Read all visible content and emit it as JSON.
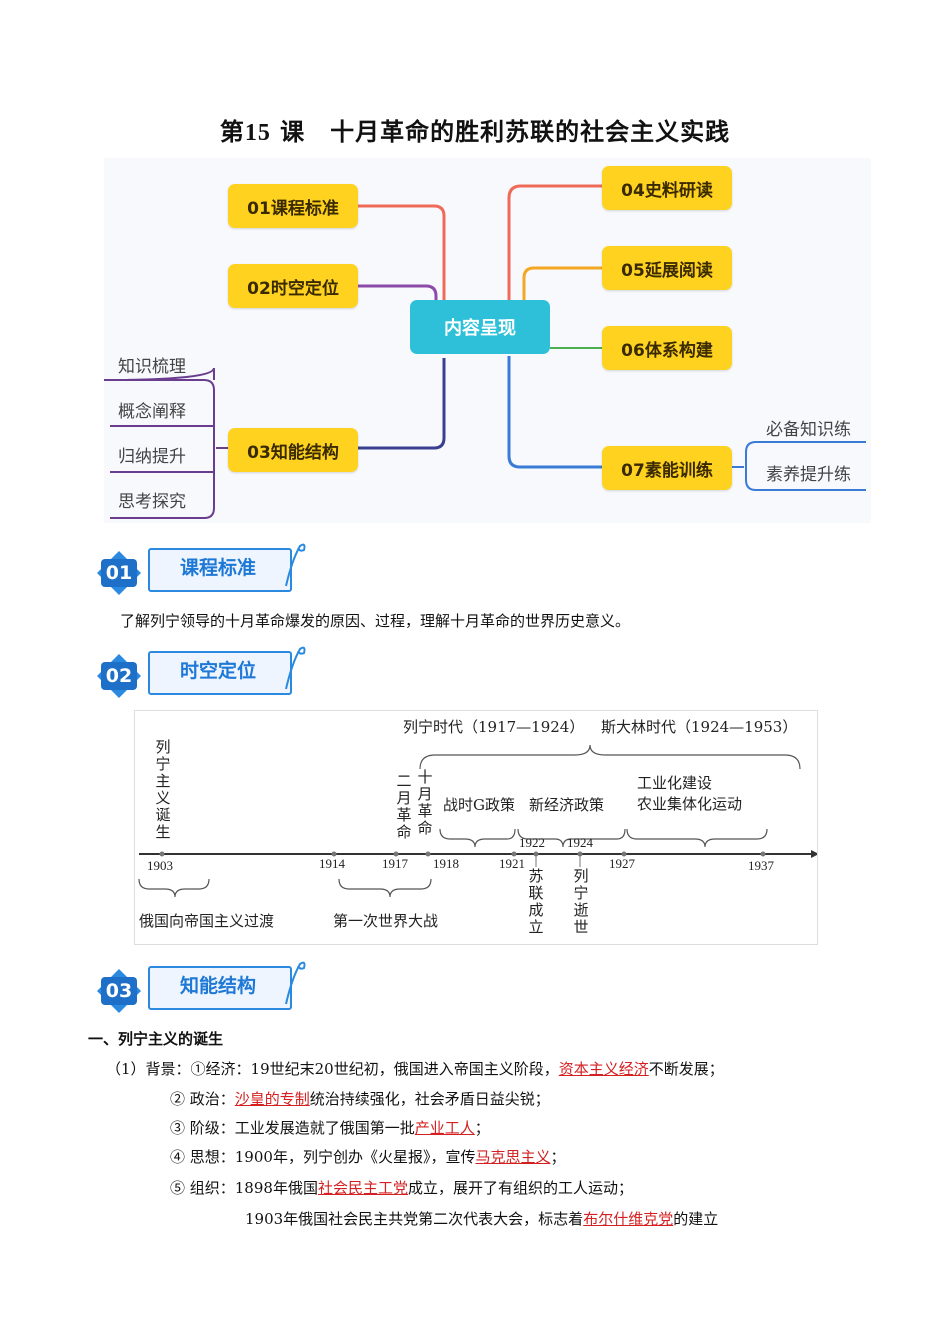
{
  "title": {
    "prefix": "第",
    "num": "15",
    "rest": "课　十月革命的胜利苏联的社会主义实践"
  },
  "mindmap": {
    "center": "内容呈现",
    "nodes": [
      "01课程标准",
      "02时空定位",
      "03知能结构",
      "04史料研读",
      "05延展阅读",
      "06体系构建",
      "07素能训练"
    ],
    "left_leaves": [
      "知识梳理",
      "概念阐释",
      "归纳提升",
      "思考探究"
    ],
    "right_leaves": [
      "必备知识练",
      "素养提升练"
    ],
    "colors": {
      "node": "#ffd21f",
      "center": "#2ec0d8",
      "line_red": "#f06a5a",
      "line_purple": "#8e4aa8",
      "line_navy": "#3a3f8f",
      "line_orange": "#f5a623",
      "line_green": "#4cb050",
      "line_blue": "#3a7bd5"
    }
  },
  "sections": [
    {
      "num": "01",
      "label": "课程标准"
    },
    {
      "num": "02",
      "label": "时空定位"
    },
    {
      "num": "03",
      "label": "知能结构"
    }
  ],
  "standard_text": "了解列宁领导的十月革命爆发的原因、过程，理解十月革命的世界历史意义。",
  "timeline": {
    "era1": "列宁时代（1917—1924）",
    "era2": "斯大林时代（1924—1953）",
    "years": [
      "1903",
      "1914",
      "1917",
      "1918",
      "1921",
      "1922",
      "1924",
      "1927",
      "1937"
    ],
    "birth": "列宁主义诞生",
    "feb": "二月革命",
    "oct": "十月革命",
    "war_comm": "战时G政策",
    "nep": "新经济政策",
    "ind": "工业化建设",
    "agr": "农业集体化运动",
    "transition": "俄国向帝国主义过渡",
    "ww1": "第一次世界大战",
    "ussr": "苏联成立",
    "lenin_death": "列宁逝世"
  },
  "heading1": "一、列宁主义的诞生",
  "background": {
    "intro": "（1）背景：①经济：19世纪末20世纪初，俄国进入帝国主义阶段，",
    "econ_hl": "资本主义经济",
    "econ_tail": "不断发展；",
    "pol_pre": "② 政治：",
    "pol_hl": "沙皇的专制",
    "pol_tail": "统治持续强化，社会矛盾日益尖锐；",
    "cls_pre": "③ 阶级：工业发展造就了俄国第一批",
    "cls_hl": "产业工人",
    "cls_tail": "；",
    "th_pre": "④ 思想：1900年，列宁创办《火星报》，宣传",
    "th_hl": "马克思主义",
    "th_tail": "；",
    "org_pre": "⑤ 组织：1898年俄国",
    "org_hl": "社会民主工党",
    "org_tail": "成立，展开了有组织的工人运动；",
    "cong_pre": "1903年俄国社会民主共党第二次代表大会，标志着",
    "cong_hl": "布尔什维克党",
    "cong_tail": "的建立"
  }
}
